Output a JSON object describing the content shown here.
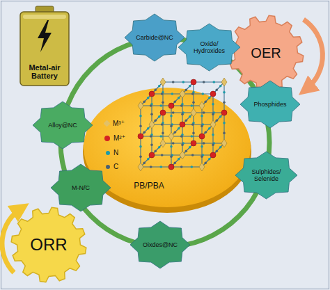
{
  "diagram": {
    "nodes": [
      {
        "text": [
          "Metal-air Battery"
        ]
      },
      {
        "text": [
          "OER"
        ]
      },
      {
        "text": [
          "Carbide@NC"
        ]
      },
      {
        "text": [
          "Oxide/ Hydroxides"
        ]
      },
      {
        "text": [
          "Alloy@NC"
        ]
      },
      {
        "text": [
          "PB/PBA"
        ]
      },
      {
        "text": [
          "Phosphides"
        ]
      },
      {
        "text": [
          "M-N/C"
        ]
      },
      {
        "text": [
          "Sulphides/ Selenide"
        ]
      },
      {
        "text": [
          "Oixdes@NC"
        ]
      },
      {
        "text": [
          "ORR"
        ]
      }
    ],
    "legend": [
      {
        "text": "M³⁺",
        "color": "#e2c168"
      },
      {
        "text": "M²⁺",
        "color": "#d42222"
      },
      {
        "text": "N",
        "color": "#1e9aa8"
      },
      {
        "text": "C",
        "color": "#4c6172"
      }
    ]
  }
}
